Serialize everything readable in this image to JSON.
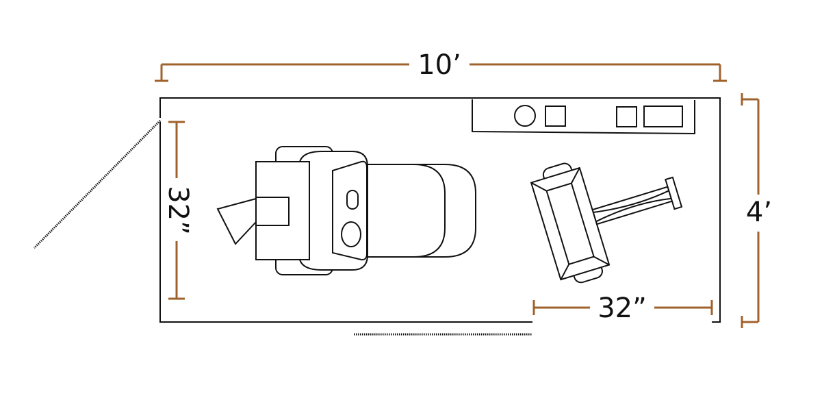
{
  "dimensions": {
    "top_width": "10’",
    "right_height": "4’",
    "left_chair_clearance": "32”",
    "bottom_right_clearance": "32”"
  },
  "colors": {
    "dimension": "#a0622c",
    "outline": "#111111",
    "background": "#ffffff"
  }
}
